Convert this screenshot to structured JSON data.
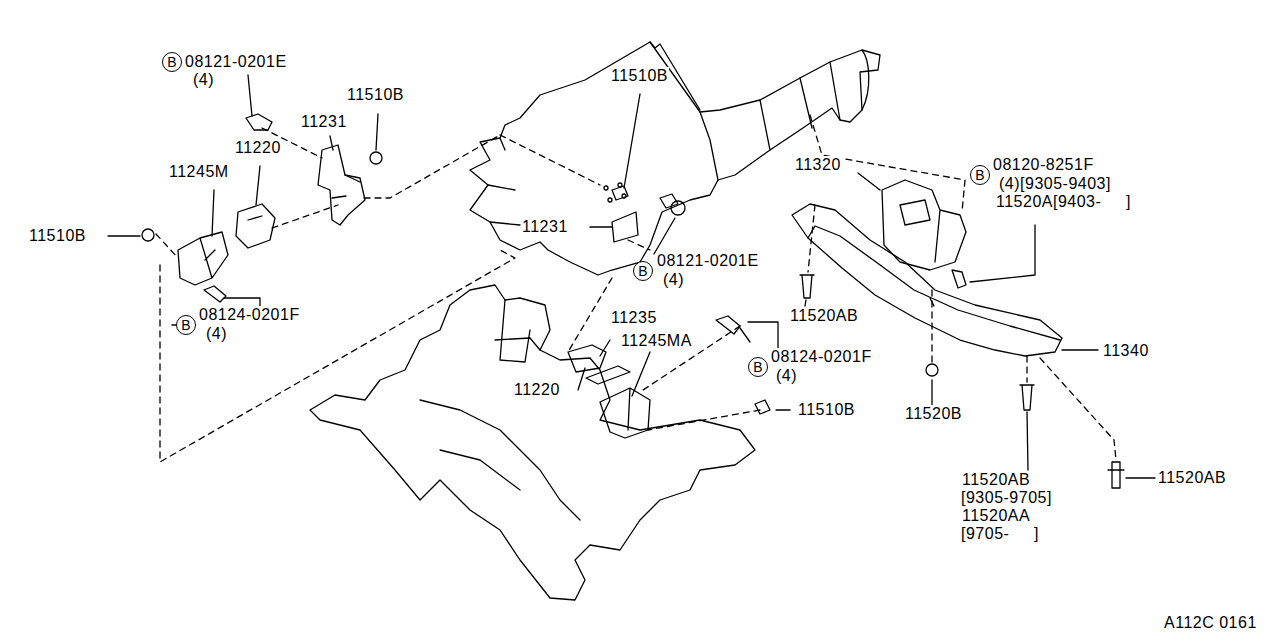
{
  "diagram": {
    "nodes": [
      {
        "text": [
          "B"
        ]
      },
      {
        "text": [
          "B"
        ]
      },
      {
        "text": [
          "B"
        ]
      },
      {
        "text": [
          "B"
        ]
      },
      {
        "text": [
          "B"
        ]
      }
    ],
    "labels": [
      "08121-0201E",
      "(4)",
      "11510B",
      "11231",
      "11220",
      "11245M",
      "11510B",
      "08124-0201F",
      "(4)",
      "11510B",
      "11231",
      "08121-0201E",
      "(4)",
      "11235",
      "11245MA",
      "11220",
      "08124-0201F",
      "(4)",
      "11510B",
      "11320",
      "08120-8251F",
      "(4)[9305-9403]",
      "11520A[9403-     ]",
      "11520AB",
      "11340",
      "11520B",
      "11520AB",
      "[9305-9705]",
      "11520AA",
      "[9705-     ]",
      "11520AB",
      "A112C 0161"
    ]
  }
}
